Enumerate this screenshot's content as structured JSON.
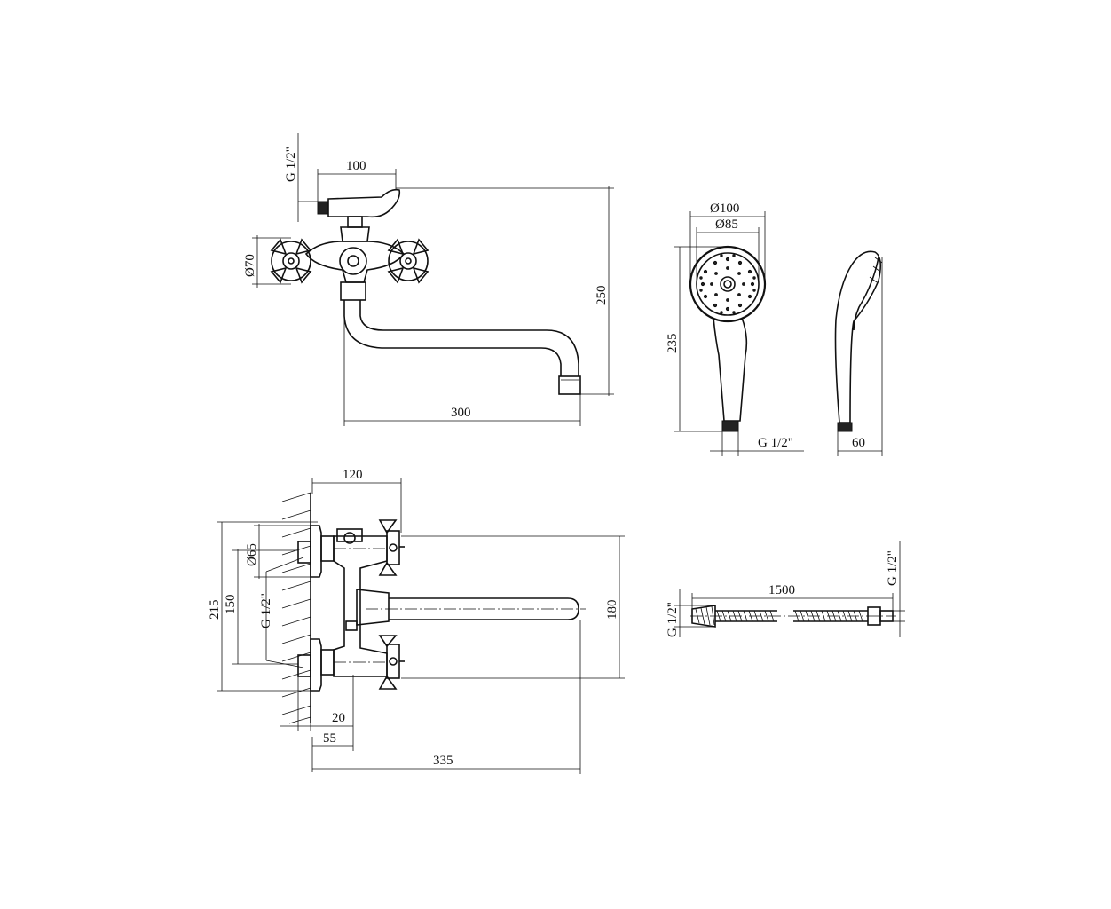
{
  "faucet_front": {
    "dim_inlet_thread": "G 1/2\"",
    "dim_handle_width": "100",
    "dim_handle_diameter": "Ø70",
    "dim_height": "250",
    "dim_spout_reach": "300"
  },
  "shower_head": {
    "dim_outer_diameter": "Ø100",
    "dim_inner_diameter": "Ø85",
    "dim_length": "235",
    "dim_thread": "G 1/2\"",
    "dim_profile_width": "60"
  },
  "faucet_top": {
    "dim_body_width": "120",
    "dim_flange_diameter": "Ø65",
    "dim_total_width": "215",
    "dim_inlet_spacing": "150",
    "dim_inlet_thread": "G 1/2\"",
    "dim_spout_width": "180",
    "dim_wall_offset": "20",
    "dim_eccentric": "55",
    "dim_total_depth": "335"
  },
  "hose": {
    "dim_thread_left": "G 1/2\"",
    "dim_length": "1500",
    "dim_thread_right": "G 1/2\""
  }
}
